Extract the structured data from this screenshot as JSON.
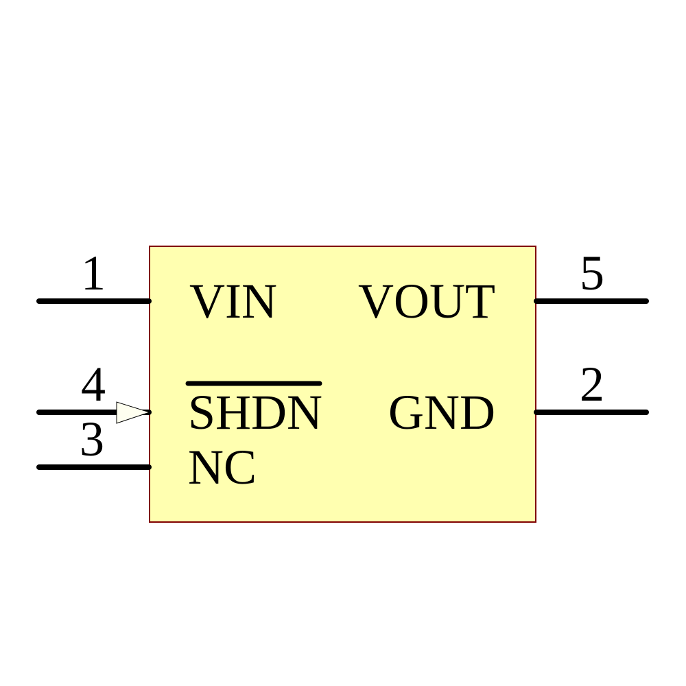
{
  "component": {
    "body_fill": "#FFFFB0",
    "body_stroke": "#800000",
    "pins": [
      {
        "number": "1",
        "name": "VIN",
        "side": "left"
      },
      {
        "number": "4",
        "name": "SHDN",
        "side": "left",
        "active_low": true,
        "input_arrow": true
      },
      {
        "number": "3",
        "name": "NC",
        "side": "left"
      },
      {
        "number": "5",
        "name": "VOUT",
        "side": "right"
      },
      {
        "number": "2",
        "name": "GND",
        "side": "right"
      }
    ]
  }
}
